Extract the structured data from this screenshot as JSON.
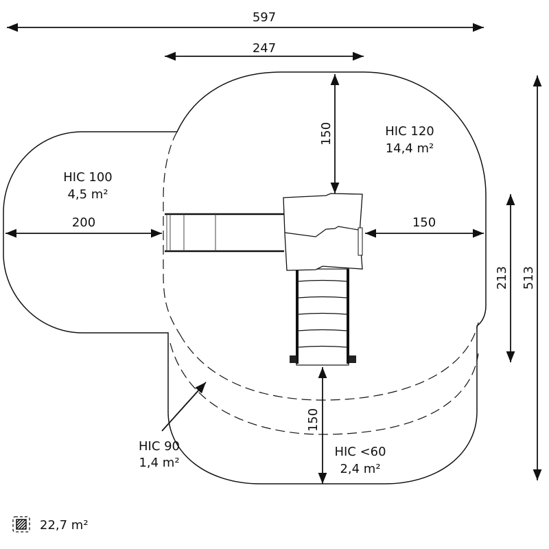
{
  "dimensions": {
    "total_width": "597",
    "inner_width": "247",
    "top_clearance": "150",
    "left_clearance": "200",
    "right_clearance": "150",
    "structure_depth": "213",
    "total_depth": "513",
    "bottom_clearance": "150"
  },
  "zones": [
    {
      "hic": "HIC 120",
      "area": "14,4 m²"
    },
    {
      "hic": "HIC 100",
      "area": "4,5 m²"
    },
    {
      "hic": "HIC 90",
      "area": "1,4 m²"
    },
    {
      "hic": "HIC <60",
      "area": "2,4 m²"
    }
  ],
  "legend": {
    "icon": "hatched-square-icon",
    "total_area": "22,7 m²"
  }
}
